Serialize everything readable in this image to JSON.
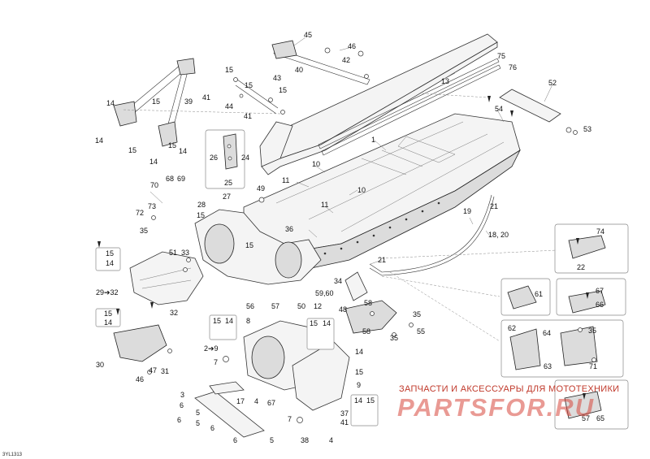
{
  "diagram": {
    "code": "3YL1313",
    "watermark": {
      "tagline": "ЗАПЧАСТИ И АКСЕССУАРЫ ДЛЯ МОТОТЕХНИКИ",
      "brand": "PARTSFOR.RU"
    },
    "callouts": [
      "45",
      "46",
      "42",
      "40",
      "43",
      "15",
      "15",
      "15",
      "41",
      "44",
      "41",
      "15",
      "39",
      "14",
      "14",
      "15",
      "14",
      "15",
      "14",
      "75",
      "76",
      "13",
      "52",
      "54",
      "53",
      "1",
      "26",
      "24",
      "25",
      "11",
      "10",
      "10",
      "11",
      "49",
      "68",
      "69",
      "70",
      "27",
      "28",
      "73",
      "72",
      "35",
      "15",
      "15",
      "14",
      "51",
      "33",
      "36",
      "15",
      "34",
      "21",
      "19",
      "18, 20",
      "21",
      "74",
      "22",
      "29➔32",
      "32",
      "56",
      "57",
      "59,60",
      "50",
      "12",
      "58",
      "35",
      "58",
      "35",
      "55",
      "48",
      "61",
      "67",
      "66",
      "15",
      "14",
      "30",
      "47",
      "46",
      "31",
      "15",
      "14",
      "8",
      "15",
      "14",
      "2➔9",
      "7",
      "14",
      "15",
      "62",
      "64",
      "35",
      "63",
      "71",
      "9",
      "3",
      "17",
      "6",
      "5",
      "6",
      "4",
      "67",
      "7",
      "38",
      "4",
      "37",
      "41",
      "14",
      "15",
      "57",
      "65",
      "6",
      "5",
      "6",
      "5"
    ]
  }
}
